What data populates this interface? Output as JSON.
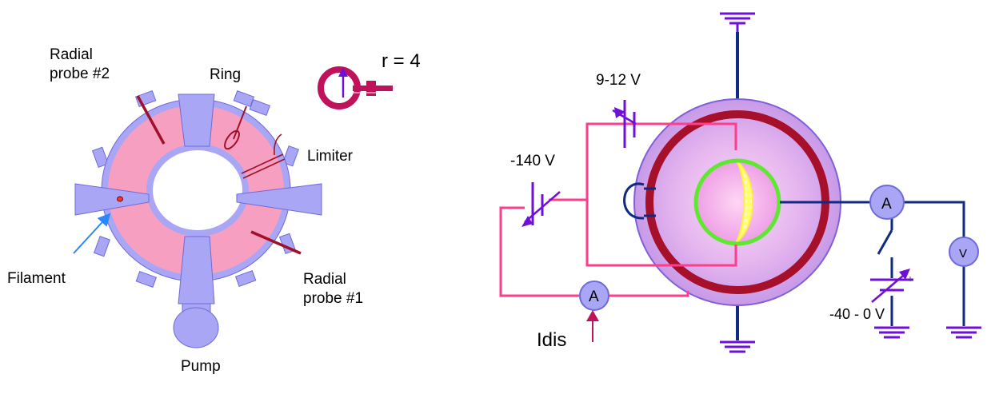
{
  "left": {
    "labels": {
      "radial_probe_2_line1": "Radial",
      "radial_probe_2_line2": "probe #2",
      "ring": "Ring",
      "r_equals": "r = 4",
      "limiter": "Limiter",
      "filament": "Filament",
      "radial_probe_1_line1": "Radial",
      "radial_probe_1_line2": "probe #1",
      "pump": "Pump"
    }
  },
  "right": {
    "labels": {
      "v_9_12": "9-12 V",
      "v_minus_140": "-140 V",
      "ammeter_left": "A",
      "ammeter_right": "A",
      "voltmeter": "V",
      "idis": "Idis",
      "v_minus_40_0": "-40 - 0 V"
    }
  },
  "colors": {
    "torus_pink": "#f79fc0",
    "device_lavender": "#a9a6f5",
    "probe_maroon": "#a0102a",
    "wire_pink": "#ff3d8b",
    "wire_navy": "#0f2a80",
    "ground_purple": "#6f10d8",
    "outer_ring_red": "#a6102a",
    "inner_ring_green": "#5fe830",
    "plasma_yellow": "#ffff66"
  }
}
